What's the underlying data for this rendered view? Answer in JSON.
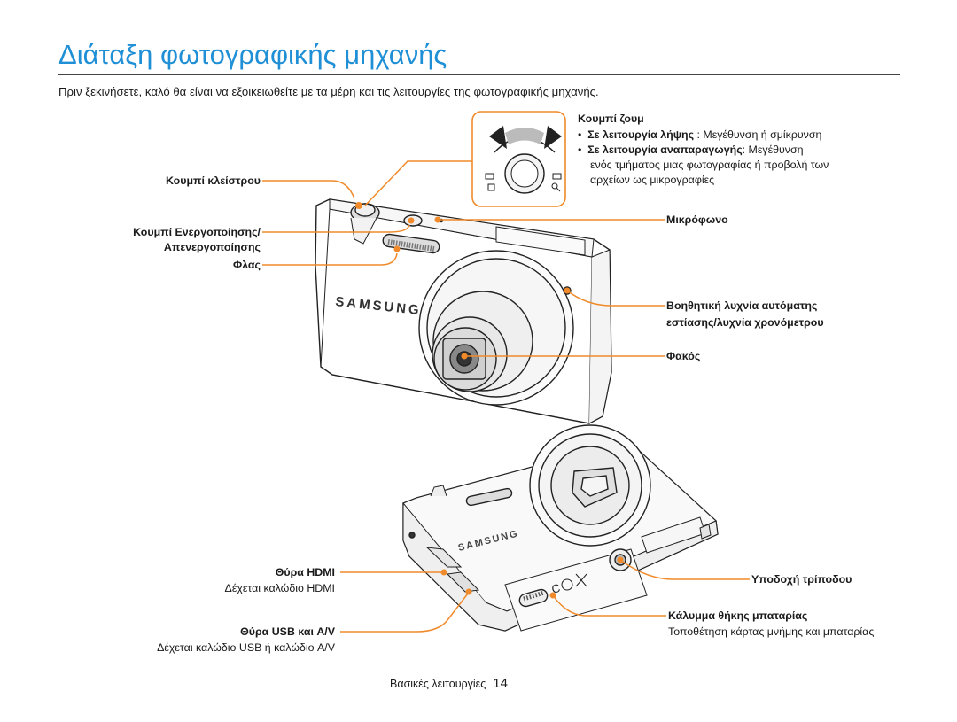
{
  "title": "Διάταξη φωτογραφικής μηχανής",
  "intro": "Πριν ξεκινήσετε, καλό θα είναι να εξοικειωθείτε με τα μέρη και τις λειτουργίες της φωτογραφικής μηχανής.",
  "zoom": {
    "heading": "Κουμπί ζουμ",
    "line1_bold": "Σε λειτουργία λήψης",
    "line1_rest": ": Μεγέθυνση ή σμίκρυνση",
    "line2_bold": "Σε λειτουργία αναπαραγωγής",
    "line2_rest": ": Μεγέθυνση",
    "line3": "ενός τμήματος μιας φωτογραφίας ή προβολή των",
    "line4": "αρχείων ως μικρογραφίες"
  },
  "labels": {
    "shutter": "Κουμπί κλείστρου",
    "power_1": "Κουμπί Ενεργοποίησης/",
    "power_2": "Απενεργοποίησης",
    "flash": "Φλας",
    "microphone": "Μικρόφωνο",
    "af_lamp_1": "Βοηθητική λυχνία αυτόματης",
    "af_lamp_2": "εστίασης/λυχνία χρονόμετρου",
    "lens": "Φακός",
    "hdmi": "Θύρα HDMI",
    "hdmi_desc": "Δέχεται καλώδιο HDMI",
    "usb": "Θύρα USB και A/V",
    "usb_desc": "Δέχεται καλώδιο USB ή καλώδιο A/V",
    "tripod": "Υποδοχή τρίποδου",
    "battery": "Κάλυμμα θήκης μπαταρίας",
    "battery_desc": "Τοποθέτηση κάρτας μνήμης και μπαταρίας"
  },
  "brand": "SAMSUNG",
  "footer": {
    "section": "Βασικές λειτουργίες",
    "page": "14"
  },
  "colors": {
    "title": "#1f8fd6",
    "callout": "#f08a2a",
    "body": "#1a1a1a"
  }
}
